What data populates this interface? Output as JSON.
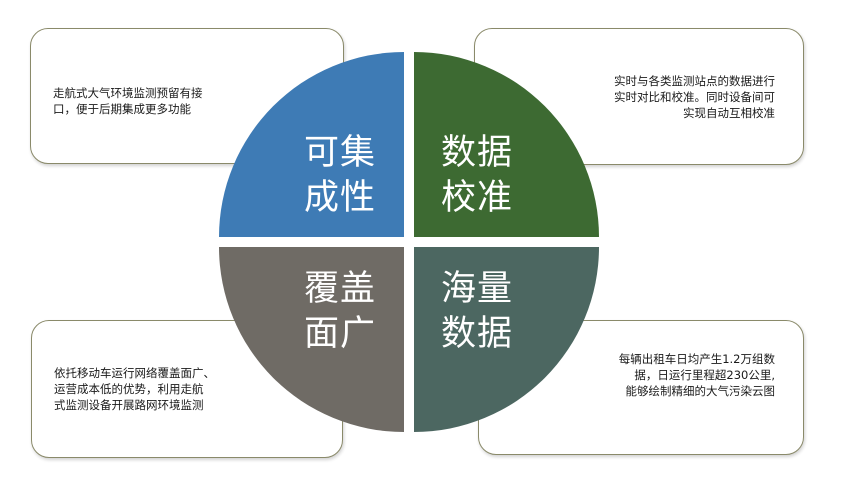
{
  "colors": {
    "q_top_left": "#3e7bb5",
    "q_top_right": "#3d6a32",
    "q_bottom_left": "#6f6b65",
    "q_bottom_right": "#4c6761"
  },
  "quadrants": {
    "top_left": {
      "title": "可集\n成性"
    },
    "top_right": {
      "title": "数据\n校准"
    },
    "bottom_left": {
      "title": "覆盖\n面广"
    },
    "bottom_right": {
      "title": "海量\n数据"
    }
  },
  "cards": {
    "top_left": {
      "text": "走航式大气环境监测预留有接\n口，便于后期集成更多功能"
    },
    "top_right": {
      "text": "实时与各类监测站点的数据进行\n实时对比和校准。同时设备间可\n实现自动互相校准"
    },
    "bottom_left": {
      "text": "依托移动车运行网络覆盖面广、\n运营成本低的优势，利用走航\n式监测设备开展路网环境监测"
    },
    "bottom_right": {
      "text": "每辆出租车日均产生1.2万组数\n据，日运行里程超230公里,\n能够绘制精细的大气污染云图"
    }
  }
}
